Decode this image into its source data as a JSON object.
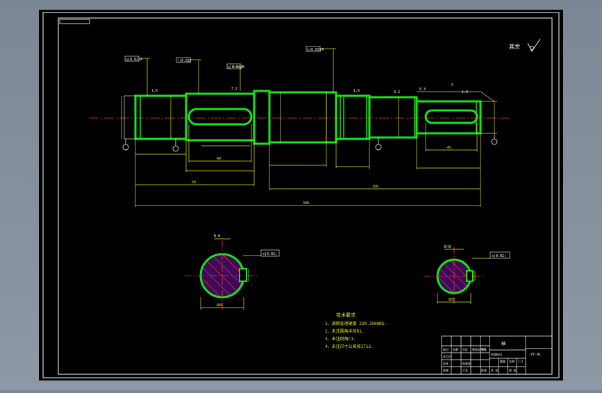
{
  "colors": {
    "canvas": "#000000",
    "frame": "#ffffff",
    "outline": "#19e619",
    "dimension": "#e6e619",
    "centerline": "#ff3030",
    "hatch": "#ff2a2a",
    "section_fill": "#3b0a5a"
  },
  "surface_note": "其余",
  "datum_tags": {
    "left_a": "□|0.02|A",
    "left_b": "||0.02|",
    "left_c": "◎|0.02|B",
    "mid_a": "□|0.02|A",
    "section_a": "≡|0.02|",
    "section_b": "≡|0.02|"
  },
  "roughness_marks": [
    "1.6",
    "3.2",
    "1.6",
    "3.2",
    "6.3",
    "1.6"
  ],
  "dimensions": {
    "overall": "380",
    "left_span": "50",
    "mid_span": "180",
    "keyway_left": "40",
    "keyway_right": "45",
    "step": "6"
  },
  "section_labels": {
    "left": "A-A",
    "right": "B-B",
    "left_width": "Ø45",
    "right_width": "Ø35"
  },
  "tech_requirements": {
    "title": "技术要求",
    "items": [
      "1、调质处理硬度 220-250HBS.",
      "2、未注圆角半径R1.",
      "3、未注倒角C1.",
      "4、未注尺寸公差按IT12."
    ]
  },
  "title_block": {
    "part_name": "轴",
    "drawing_no": "ZY-01",
    "cells": [
      "标记",
      "处数",
      "分区",
      "更改文件号",
      "签名",
      "年月日",
      "设计",
      "标准化",
      "审核",
      "工艺",
      "批准",
      "阶段标记",
      "重量",
      "比例",
      "1:1",
      "共 张",
      "第 张"
    ]
  }
}
